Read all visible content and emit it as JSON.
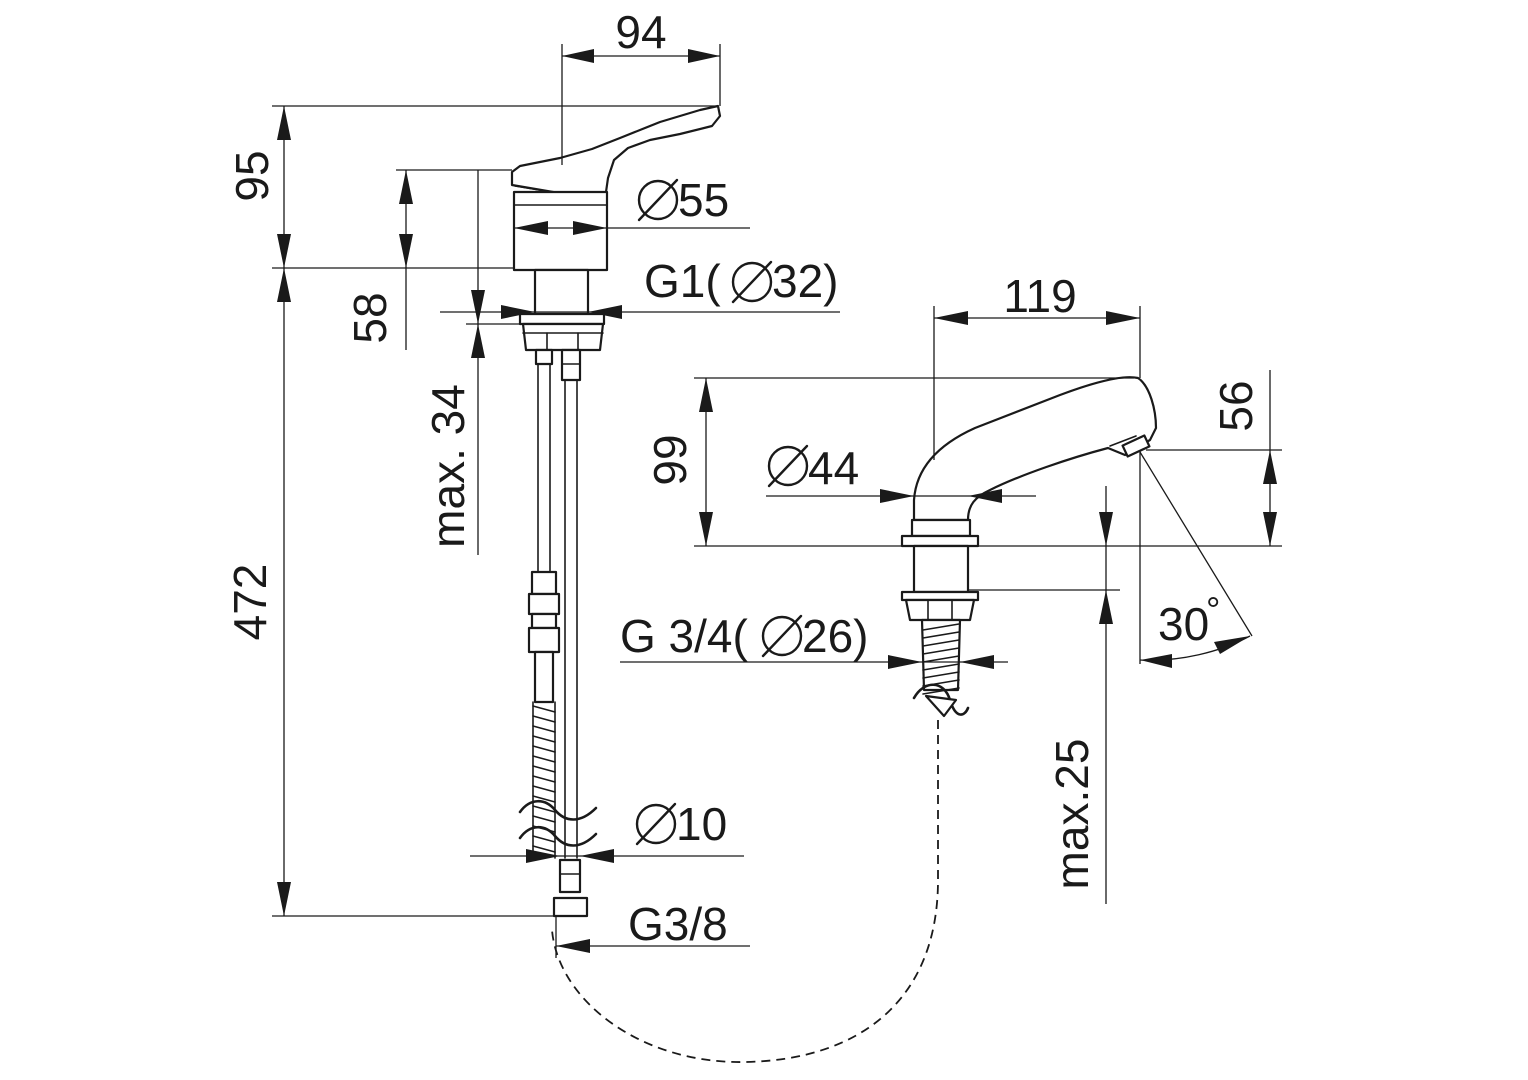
{
  "labels": {
    "top_width": "94",
    "lever_height": "95",
    "body_height": "58",
    "body_diameter": "55",
    "shank_thread": "G1(",
    "shank_diameter": "32)",
    "max_thickness_left": "max. 34",
    "total_length": "472",
    "hose_diameter": "10",
    "hose_thread": "G3/8",
    "spout_reach": "119",
    "spout_height": "99",
    "spout_base_diameter": "44",
    "outlet_height": "56",
    "spout_thread": "G 3/4(",
    "spout_thread_diameter": "26)",
    "max_thickness_right": "max.25",
    "angle_value": "30",
    "angle_unit": "°"
  },
  "symbols": {
    "diameter": "diameter-symbol-icon"
  }
}
